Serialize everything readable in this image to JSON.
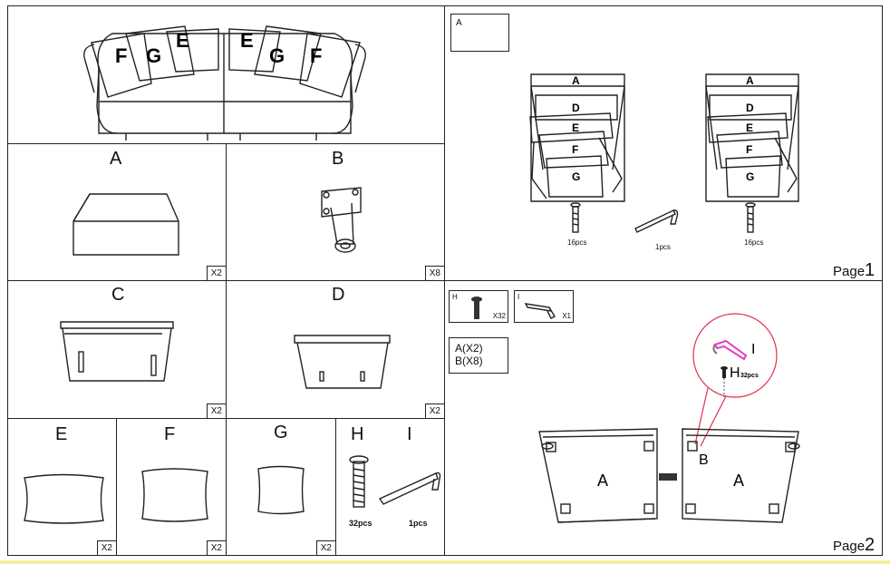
{
  "parts": {
    "A": {
      "letter": "A",
      "qty": "X2"
    },
    "B": {
      "letter": "B",
      "qty": "X8"
    },
    "C": {
      "letter": "C",
      "qty": "X2"
    },
    "D": {
      "letter": "D",
      "qty": "X2"
    },
    "E": {
      "letter": "E",
      "qty": "X2"
    },
    "F": {
      "letter": "F",
      "qty": "X2"
    },
    "G": {
      "letter": "G",
      "qty": "X2"
    },
    "H": {
      "letter": "H",
      "count": "32pcs"
    },
    "I": {
      "letter": "I",
      "count": "1pcs"
    }
  },
  "sofa_letters": [
    "F",
    "G",
    "E",
    "E",
    "G",
    "F"
  ],
  "page1": {
    "box_label": "A",
    "stack_left": [
      "A",
      "D",
      "E",
      "F",
      "G"
    ],
    "stack_right": [
      "A",
      "D",
      "E",
      "F",
      "G"
    ],
    "bolt_left_count": "16pcs",
    "wrench_count": "1pcs",
    "bolt_right_count": "16pcs",
    "page_word": "Page",
    "page_num": "1"
  },
  "page2": {
    "h_box_label": "H",
    "h_box_qty": "X32",
    "i_box_label": "I",
    "i_box_qty": "X1",
    "parts_list": [
      "A(X2)",
      "B(X8)"
    ],
    "callout_i": "I",
    "callout_h": "H",
    "callout_h_count": "32pcs",
    "frame_left": "A",
    "frame_right": "A",
    "frame_b": "B",
    "page_word": "Page",
    "page_num": "2"
  },
  "colors": {
    "line": "#222222",
    "callout": "#e0304a",
    "highlight": "#e040c0",
    "bottom_border": "#f3f0a0"
  }
}
